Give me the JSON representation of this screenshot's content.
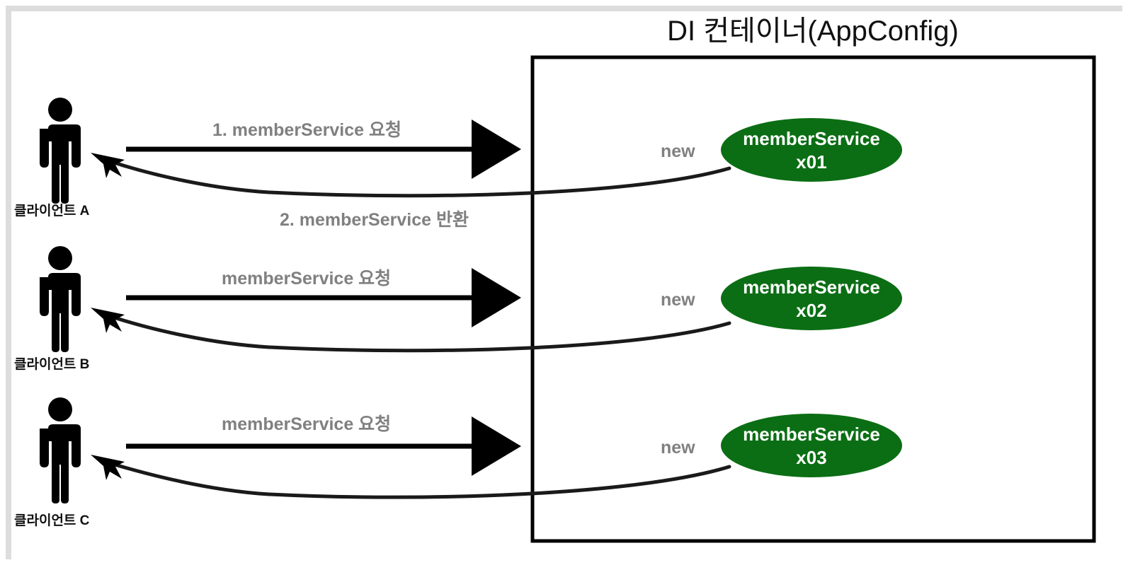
{
  "diagram": {
    "title": "DI 컨테이너(AppConfig)",
    "background_color": "#ffffff",
    "frame_border_color": "#dddddd",
    "container_border_color": "#000000",
    "bean_color": "#0b6e14",
    "label_gray": "#808080",
    "text_black": "#111111"
  },
  "container": {
    "label": "DI 컨테이너(AppConfig)"
  },
  "clients": [
    {
      "id": "a",
      "label": "클라이언트 A"
    },
    {
      "id": "b",
      "label": "클라이언트 B"
    },
    {
      "id": "c",
      "label": "클라이언트 C"
    }
  ],
  "flows": [
    {
      "request_label": "1. memberService 요청",
      "return_label": "2. memberService 반환",
      "new_label": "new"
    },
    {
      "request_label": "memberService 요청",
      "return_label": "",
      "new_label": "new"
    },
    {
      "request_label": "memberService 요청",
      "return_label": "",
      "new_label": "new"
    }
  ],
  "beans": [
    {
      "name": "memberService",
      "instance": "x01"
    },
    {
      "name": "memberService",
      "instance": "x02"
    },
    {
      "name": "memberService",
      "instance": "x03"
    }
  ]
}
